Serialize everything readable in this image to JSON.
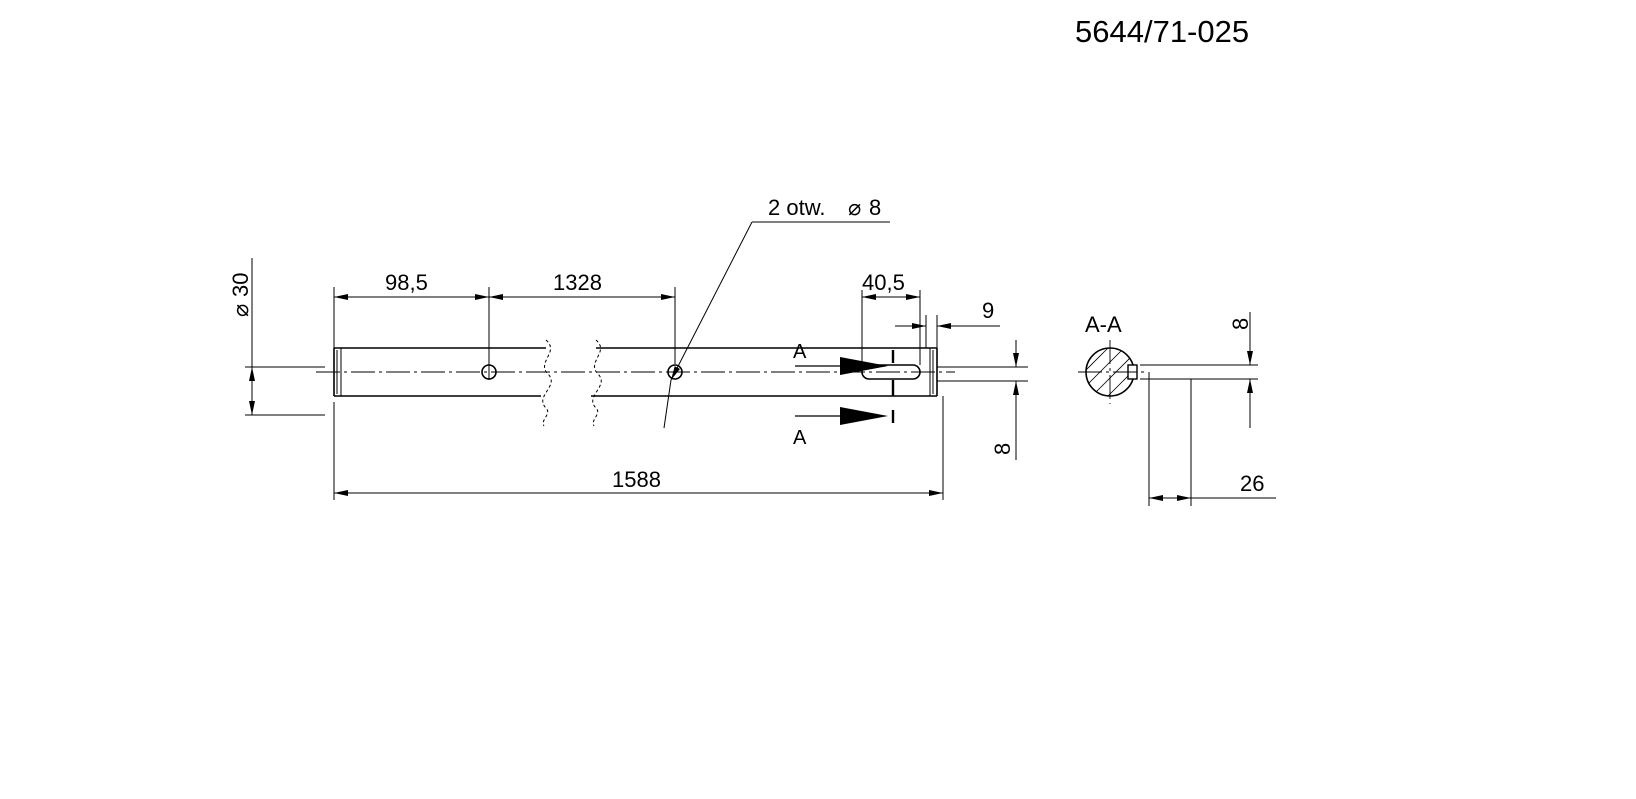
{
  "drawing": {
    "number": "5644/71-025",
    "section_label": "A-A",
    "hole_callout": "2 otw.",
    "hole_diameter": "8",
    "section_marker_label": "A"
  },
  "dimensions": {
    "diameter": "30",
    "hole_offset": "98,5",
    "hole_spacing": "1328",
    "keyway_length": "40,5",
    "end_offset": "9",
    "keyway_width": "8",
    "total_length": "1588",
    "section_key_width": "8",
    "section_key_depth": "26"
  },
  "symbols": {
    "diameter": "⌀"
  },
  "colors": {
    "ink": "#000000",
    "background": "#ffffff"
  }
}
